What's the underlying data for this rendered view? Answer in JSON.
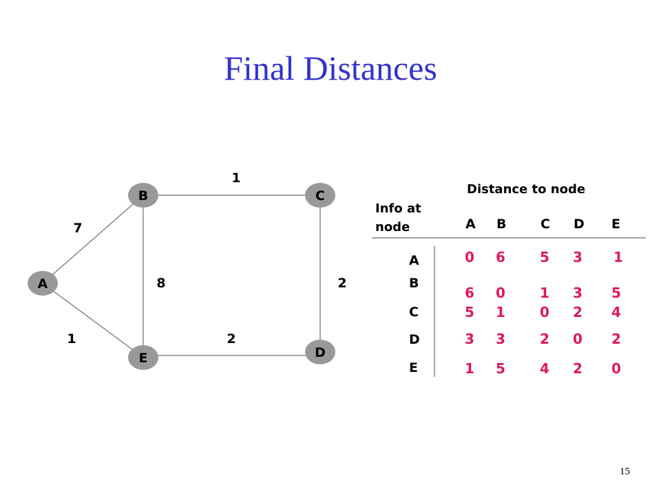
{
  "title": "Final Distances",
  "page_number": "15",
  "graph": {
    "nodes": [
      "A",
      "B",
      "C",
      "D",
      "E"
    ],
    "edges": [
      {
        "from": "A",
        "to": "B",
        "weight": "7"
      },
      {
        "from": "B",
        "to": "C",
        "weight": "1"
      },
      {
        "from": "B",
        "to": "E",
        "weight": "8"
      },
      {
        "from": "C",
        "to": "D",
        "weight": "2"
      },
      {
        "from": "A",
        "to": "E",
        "weight": "1"
      },
      {
        "from": "E",
        "to": "D",
        "weight": "2"
      }
    ]
  },
  "table": {
    "header": "Distance to node",
    "row_header_label": "Info at node",
    "columns": [
      "A",
      "B",
      "C",
      "D",
      "E"
    ],
    "rows": [
      {
        "node": "A",
        "values": [
          "0",
          "6",
          "5",
          "3",
          "1"
        ]
      },
      {
        "node": "B",
        "values": [
          "6",
          "0",
          "1",
          "3",
          "5"
        ]
      },
      {
        "node": "C",
        "values": [
          "5",
          "1",
          "0",
          "2",
          "4"
        ]
      },
      {
        "node": "D",
        "values": [
          "3",
          "3",
          "2",
          "0",
          "2"
        ]
      },
      {
        "node": "E",
        "values": [
          "1",
          "5",
          "4",
          "2",
          "0"
        ]
      }
    ]
  },
  "colors": {
    "title": "#3333cc",
    "node_fill": "#999999",
    "cell_text": "#e0185c"
  }
}
